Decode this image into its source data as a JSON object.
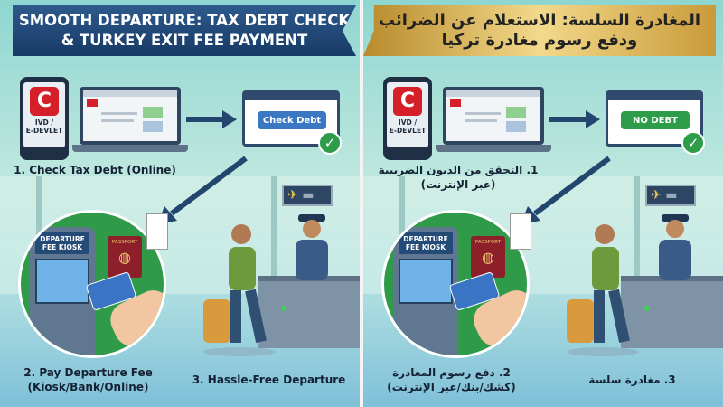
{
  "left": {
    "banner": "SMOOTH DEPARTURE: TAX DEBT CHECK & TURKEY EXIT FEE PAYMENT",
    "phone_label": "IVD /\nE-DEVLET",
    "debt_button": "Check Debt",
    "step1": "1. Check Tax Debt (Online)",
    "kiosk_sign": "DEPARTURE\nFEE KIOSK",
    "passport": "PASSPORT",
    "step2": "2. Pay Departure Fee\n(Kiosk/Bank/Online)",
    "step3": "3. Hassle-Free Departure"
  },
  "right": {
    "banner": "المغادرة السلسة: الاستعلام عن الضرائب ودفع رسوم مغادرة تركيا",
    "phone_label": "IVD /\nE-DEVLET",
    "debt_button": "NO DEBT",
    "step1": "1. التحقق من الديون الضريبية\n(عبر الإنترنت)",
    "kiosk_sign": "DEPARTURE\nFEE KIOSK",
    "passport": "PASSPORT",
    "step2": "2. دفع رسوم المغادرة\n(كشك/بنك/عبر الإنترنت)",
    "step3": "3. مغادرة سلسة"
  },
  "icons": [
    "edevlet-logo-icon",
    "laptop-icon",
    "arrow-icon",
    "checkmark-icon",
    "airplane-sign-icon",
    "credit-card-icon",
    "passport-icon",
    "receipt-icon"
  ],
  "colors": {
    "left_banner": "#1f4775",
    "right_banner": "#d9b563",
    "check": "#2e9d4a",
    "check_debt_button": "#3b78c4",
    "no_debt_button": "#2e9d4a"
  }
}
